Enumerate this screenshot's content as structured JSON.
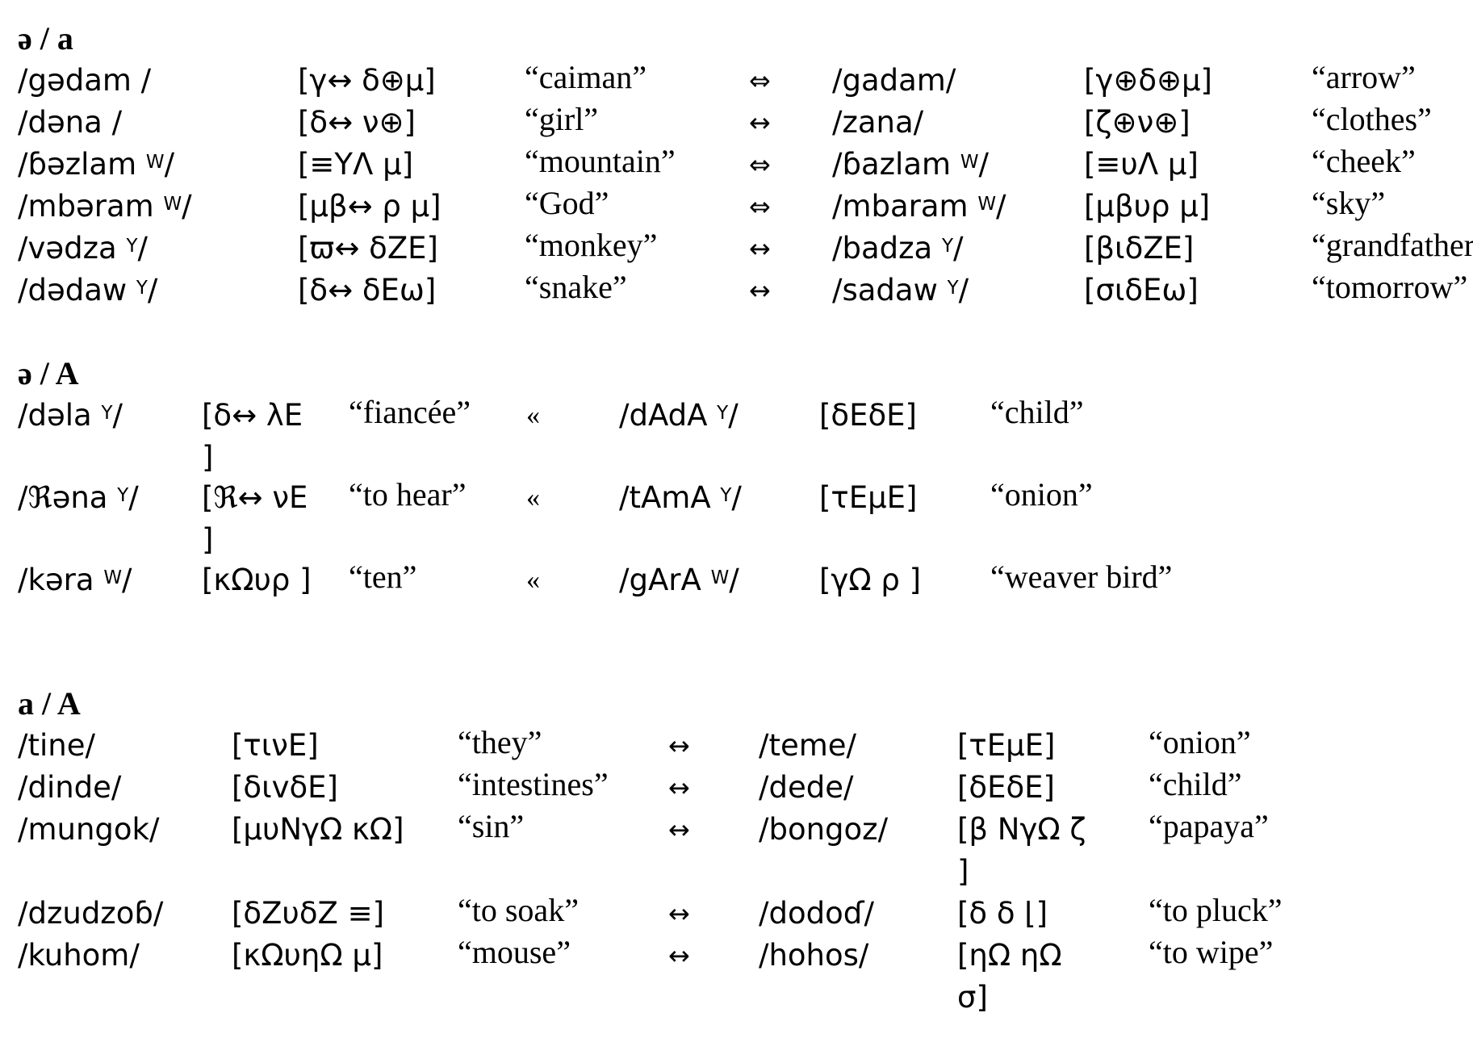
{
  "sections": [
    {
      "heading": "ə / a",
      "rows": [
        {
          "ipa1": "/gədam /",
          "sup1": "",
          "end1": "",
          "phon1": "[γ↔ δ⊕μ]",
          "gloss1": "“caiman”",
          "arrow": "⇔",
          "ipa2": "/gadam/",
          "sup2": "",
          "end2": "",
          "phon2": "[γ⊕δ⊕μ]",
          "gloss2": "“arrow”"
        },
        {
          "ipa1": "/dəna /",
          "sup1": "",
          "end1": "",
          "phon1": "[δ↔ ν⊕]",
          "gloss1": "“girl”",
          "arrow": "↔",
          "ipa2": "/zana/",
          "sup2": "",
          "end2": "",
          "phon2": "[ζ⊕ν⊕]",
          "gloss2": "“clothes”"
        },
        {
          "ipa1": "/ɓəzlam ",
          "sup1": "W",
          "end1": "/",
          "phon1": "[≡ΥΛ μ]",
          "gloss1": "“mountain”",
          "arrow": "⇔",
          "ipa2": "/ɓazlam ",
          "sup2": "W",
          "end2": "/",
          "phon2": "[≡υΛ μ]",
          "gloss2": "“cheek”"
        },
        {
          "ipa1": "/mbəram ",
          "sup1": "W",
          "end1": "/",
          "phon1": "[μβ↔ ρ μ]",
          "gloss1": "“God”",
          "arrow": "⇔",
          "ipa2": "/mbaram ",
          "sup2": "W",
          "end2": "/",
          "phon2": "[μβυρ μ]",
          "gloss2": "“sky”"
        },
        {
          "ipa1": "/vədza ",
          "sup1": "Y",
          "end1": "/",
          "phon1": "[ϖ↔ δZE]",
          "gloss1": "“monkey”",
          "arrow": "↔",
          "ipa2": "/badza ",
          "sup2": "Y",
          "end2": "/",
          "phon2": "[βιδZE]",
          "gloss2": "“grandfather”"
        },
        {
          "ipa1": "/dədaw ",
          "sup1": "Y",
          "end1": "/",
          "phon1": "[δ↔ δEω]",
          "gloss1": "“snake”",
          "arrow": "↔",
          "ipa2": "/sadaw ",
          "sup2": "Y",
          "end2": "/",
          "phon2": "[σιδEω]",
          "gloss2": "“tomorrow”"
        }
      ]
    },
    {
      "heading": "ə / A",
      "rows": [
        {
          "ipa1": "/dəla ",
          "sup1": "Y",
          "end1": "/",
          "phon1": "[δ↔ λE ]",
          "gloss1": "“fiancée”",
          "arrow": "«",
          "ipa2": "/dAdA ",
          "sup2": "Y",
          "end2": "/",
          "phon2": "[δEδE]",
          "gloss2": "“child”"
        },
        {
          "ipa1": "/ℜəna ",
          "sup1": "Y",
          "end1": "/",
          "phon1": "[ℜ↔ νE ]",
          "gloss1": "“to hear”",
          "arrow": "«",
          "ipa2": "/tAmA ",
          "sup2": "Y",
          "end2": "/",
          "phon2": "[τEμE]",
          "gloss2": "“onion”"
        },
        {
          "ipa1": "/kəra ",
          "sup1": "W",
          "end1": "/",
          "phon1": "[κΩυρ ]",
          "gloss1": "“ten”",
          "arrow": "«",
          "ipa2": "/gArA ",
          "sup2": "W",
          "end2": "/",
          "phon2": "[γΩ ρ ]",
          "gloss2": "“weaver bird”"
        }
      ]
    },
    {
      "heading": "a / A",
      "rows": [
        {
          "ipa1": "/tine/",
          "sup1": "",
          "end1": "",
          "phon1": "[τινE]",
          "gloss1": "“they”",
          "arrow": "↔",
          "ipa2": "/teme/",
          "sup2": "",
          "end2": "",
          "phon2": "[τEμE]",
          "gloss2": "“onion”"
        },
        {
          "ipa1": "/dinde/",
          "sup1": "",
          "end1": "",
          "phon1": "[διvδE]",
          "gloss1": "“intestines”",
          "arrow": "↔",
          "ipa2": "/dede/",
          "sup2": "",
          "end2": "",
          "phon2": "[δEδE]",
          "gloss2": "“child”"
        },
        {
          "ipa1": "/mungok/",
          "sup1": "",
          "end1": "",
          "phon1": "[μυNγΩ κΩ]",
          "gloss1": "“sin”",
          "arrow": "↔",
          "ipa2": "/bongoz/",
          "sup2": "",
          "end2": "",
          "phon2": "[β NγΩ ζ ]",
          "gloss2": "“papaya”"
        },
        {
          "ipa1": "/dzudzoɓ/",
          "sup1": "",
          "end1": "",
          "phon1": "[δZυδZ ≡]",
          "gloss1": "“to soak”",
          "arrow": "↔",
          "ipa2": "/dodoɗ/",
          "sup2": "",
          "end2": "",
          "phon2": "[δ δ ⌊]",
          "gloss2": "“to pluck”"
        },
        {
          "ipa1": "/kuhom/",
          "sup1": "",
          "end1": "",
          "phon1": "[κΩυηΩ μ]",
          "gloss1": "“mouse”",
          "arrow": "↔",
          "ipa2": "/hohos/",
          "sup2": "",
          "end2": "",
          "phon2": "[ηΩ ηΩ σ]",
          "gloss2": "“to wipe”"
        }
      ]
    }
  ]
}
